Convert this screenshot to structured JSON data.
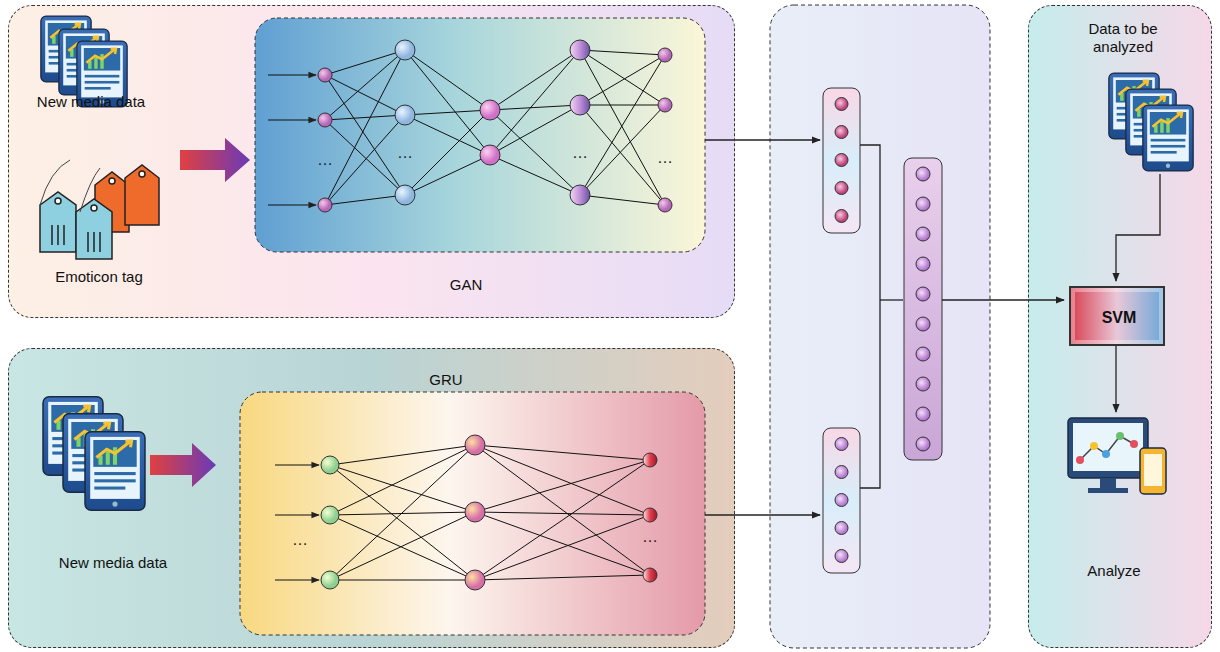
{
  "diagram": {
    "nodes": [
      {
        "text": [
          "New media data",
          "Emoticon tag",
          "GAN"
        ]
      },
      {
        "text": [
          "GRU",
          "New media data"
        ]
      },
      {
        "text": [
          "Data to be analyzed",
          "Analyze"
        ]
      },
      {
        "text": [
          "SVM"
        ],
        "in": 2
      }
    ],
    "labels": [
      "…",
      "…",
      "…",
      "…",
      "…",
      "…"
    ]
  }
}
